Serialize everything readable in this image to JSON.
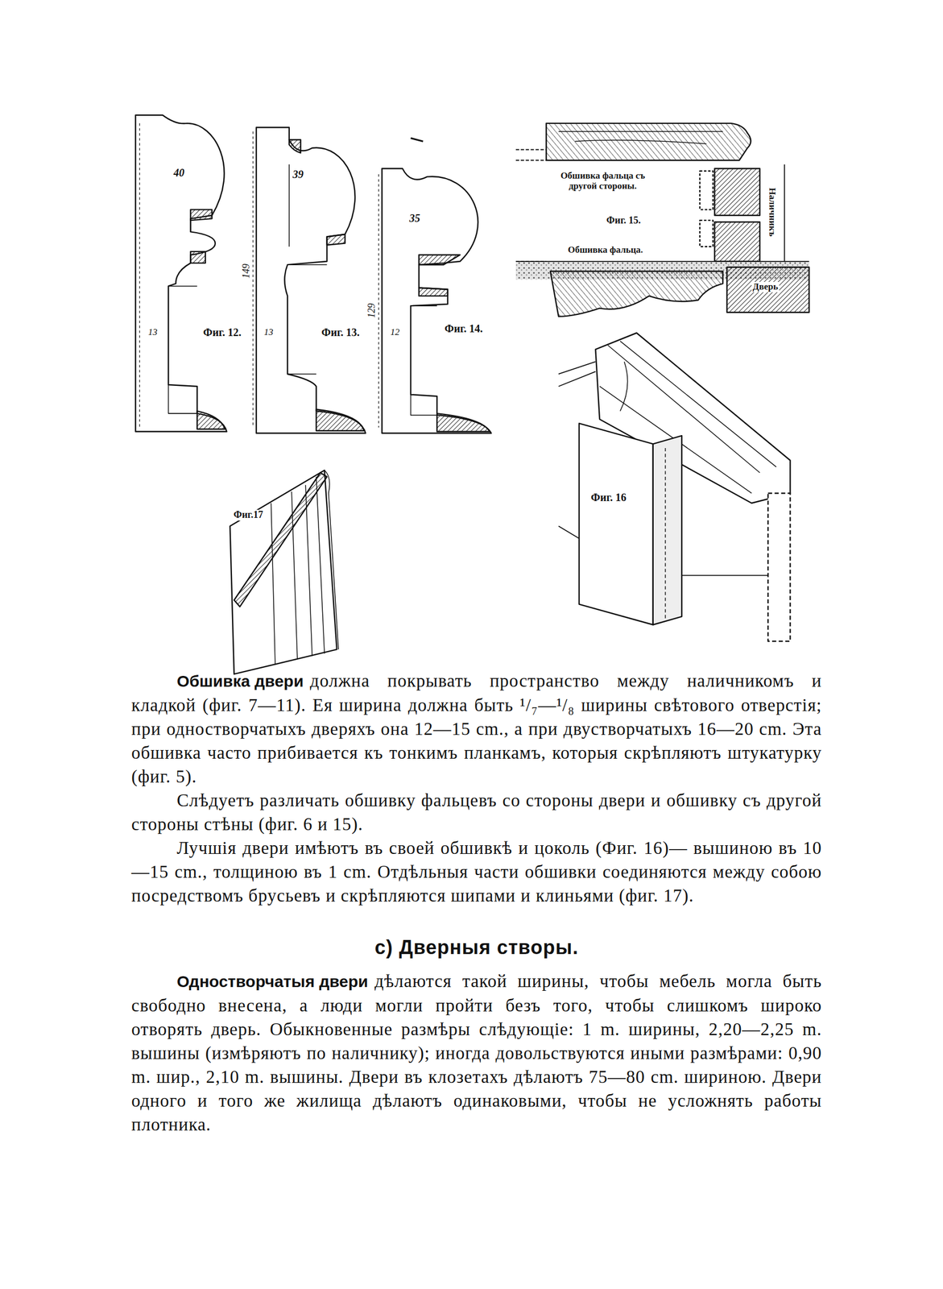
{
  "diagram": {
    "labels": [
      "40",
      "13",
      "Фиг. 12.",
      "39",
      "149",
      "13",
      "Фиг. 13.",
      "35",
      "129",
      "12",
      "Фиг. 14.",
      "Обшивка фальца съ другой стороны.",
      "Фиг. 15.",
      "Обшивка фальца.",
      "Наличникъ",
      "Дверь",
      "Фиг. 16",
      "Фиг.17",
      "Обшивка двери",
      "должна покрывать пространство между наличникомъ и кладкой (фиг. 7—11). Ея ширина должна быть ¹/₇—¹/₈ ширины свѣтового отверстія; при одностворчатыхъ дверяхъ она 12—15 cm., а при двустворчатыхъ 16—20 cm. Эта обшивка часто прибивается къ тонкимъ планкамъ, которыя скрѣпляютъ штукатурку (фиг. 5).",
      "Слѣдуетъ различать обшивку фальцевъ со стороны двери и обшивку съ другой стороны стѣны (фиг. 6 и 15).",
      "Лучшія двери имѣютъ въ своей обшивкѣ и цоколь (Фиг. 16)— вышиною въ 10—15 cm., толщиною въ 1 cm. Отдѣльныя части обшивки соединяются между собою посредствомъ брусьевъ и скрѣпляются шипами и клиньями (фиг. 17).",
      "c) Дверныя створы.",
      "Одностворчатыя двери",
      "дѣлаются такой ширины, чтобы мебель могла быть свободно внесена, а люди могли пройти безъ того, чтобы слишкомъ широко отворять дверь. Обыкновенные размѣры слѣдующіе: 1 m. ширины, 2,20—2,25 m. вышины (измѣряютъ по наличнику); иногда довольствуются иными размѣрами: 0,90 m. шир., 2,10 m. вышины. Двери въ клозетахъ дѣлаютъ 75—80 cm. шириною. Двери одного и того же жилища дѣлаютъ одинаковыми, чтобы не усложнять работы плотника."
    ]
  }
}
